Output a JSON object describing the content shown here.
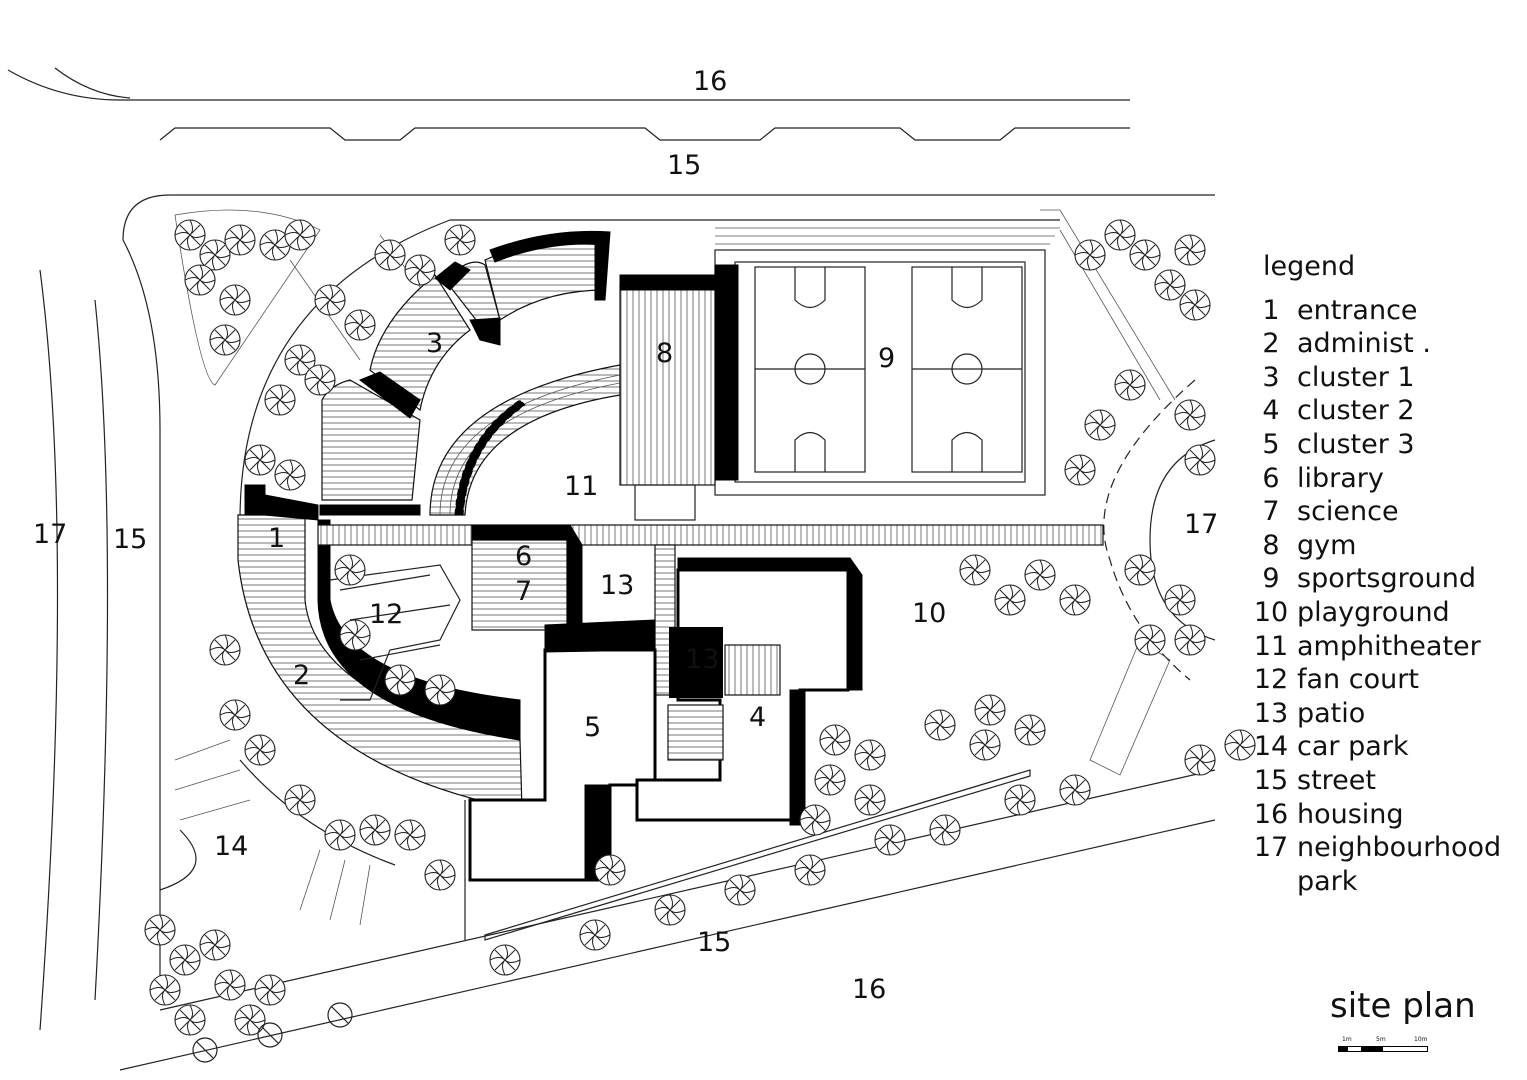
{
  "plan": {
    "title": "site plan",
    "map_labels": {
      "housing_top": "16",
      "street_top": "15",
      "park_left": "17",
      "street_left": "15",
      "entrance": "1",
      "administ": "2",
      "cluster1": "3",
      "cluster2": "4",
      "cluster3": "5",
      "library": "6",
      "science": "7",
      "gym": "8",
      "sportsground": "9",
      "playground": "10",
      "amphitheater": "11",
      "fan_court": "12",
      "patio_a": "13",
      "patio_b": "13",
      "car_park": "14",
      "street_bottom": "15",
      "housing_bottom": "16",
      "park_right": "17"
    }
  },
  "legend": {
    "title": "legend",
    "items": [
      {
        "num": "1",
        "label": "entrance"
      },
      {
        "num": "2",
        "label": "administ ."
      },
      {
        "num": "3",
        "label": "cluster 1"
      },
      {
        "num": "4",
        "label": "cluster 2"
      },
      {
        "num": "5",
        "label": "cluster 3"
      },
      {
        "num": "6",
        "label": "library"
      },
      {
        "num": "7",
        "label": "science"
      },
      {
        "num": "8",
        "label": "gym"
      },
      {
        "num": "9",
        "label": "sportsground"
      },
      {
        "num": "10",
        "label": "playground"
      },
      {
        "num": "11",
        "label": "amphitheater"
      },
      {
        "num": "12",
        "label": "fan court"
      },
      {
        "num": "13",
        "label": "patio"
      },
      {
        "num": "14",
        "label": "car park"
      },
      {
        "num": "15",
        "label": "street"
      },
      {
        "num": "16",
        "label": "housing"
      },
      {
        "num": "17",
        "label": "neighbourhood park"
      }
    ]
  },
  "scale": {
    "ticks": [
      "1m",
      "5m",
      "10m"
    ]
  }
}
